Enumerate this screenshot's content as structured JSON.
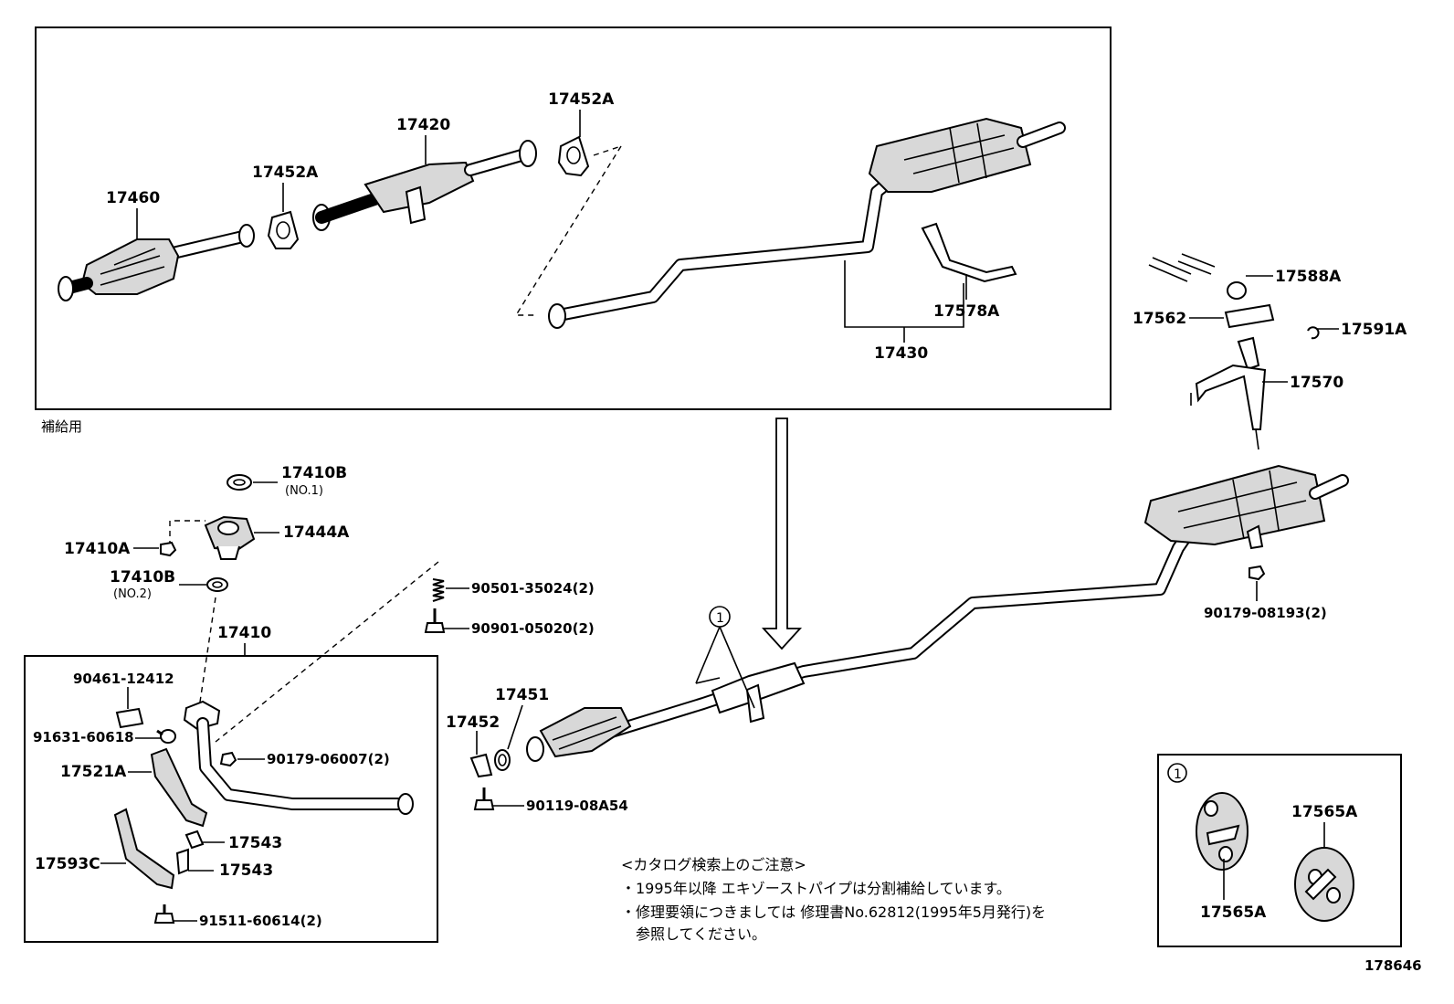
{
  "supply_label": "補給用",
  "figure_number": "178646",
  "callout_number": "1",
  "parts": {
    "p17460": "17460",
    "p17452a_1": "17452A",
    "p17420": "17420",
    "p17452a_2": "17452A",
    "p17430": "17430",
    "p17578a": "17578A",
    "p17588a": "17588A",
    "p17562": "17562",
    "p17591a": "17591A",
    "p17570": "17570",
    "p17410b_1": "17410B",
    "p17410b_1_sub": "(NO.1)",
    "p17444a": "17444A",
    "p17410a": "17410A",
    "p17410b_2": "17410B",
    "p17410b_2_sub": "(NO.2)",
    "p17410": "17410",
    "p90501": "90501-35024(2)",
    "p90901": "90901-05020(2)",
    "p90461": "90461-12412",
    "p91631": "91631-60618",
    "p90179_06007": "90179-06007(2)",
    "p17521a": "17521A",
    "p17543_1": "17543",
    "p17543_2": "17543",
    "p17593c": "17593C",
    "p91511": "91511-60614(2)",
    "p17451": "17451",
    "p17452": "17452",
    "p90119": "90119-08A54",
    "p90179_08193": "90179-08193(2)",
    "p17565a_1": "17565A",
    "p17565a_2": "17565A"
  },
  "notes": {
    "title": "<カタログ検索上のご注意>",
    "line1": "・1995年以降 エキゾーストパイプは分割補給しています。",
    "line2": "・修理要領につきましては 修理書No.62812(1995年5月発行)を",
    "line3": "参照してください。"
  }
}
